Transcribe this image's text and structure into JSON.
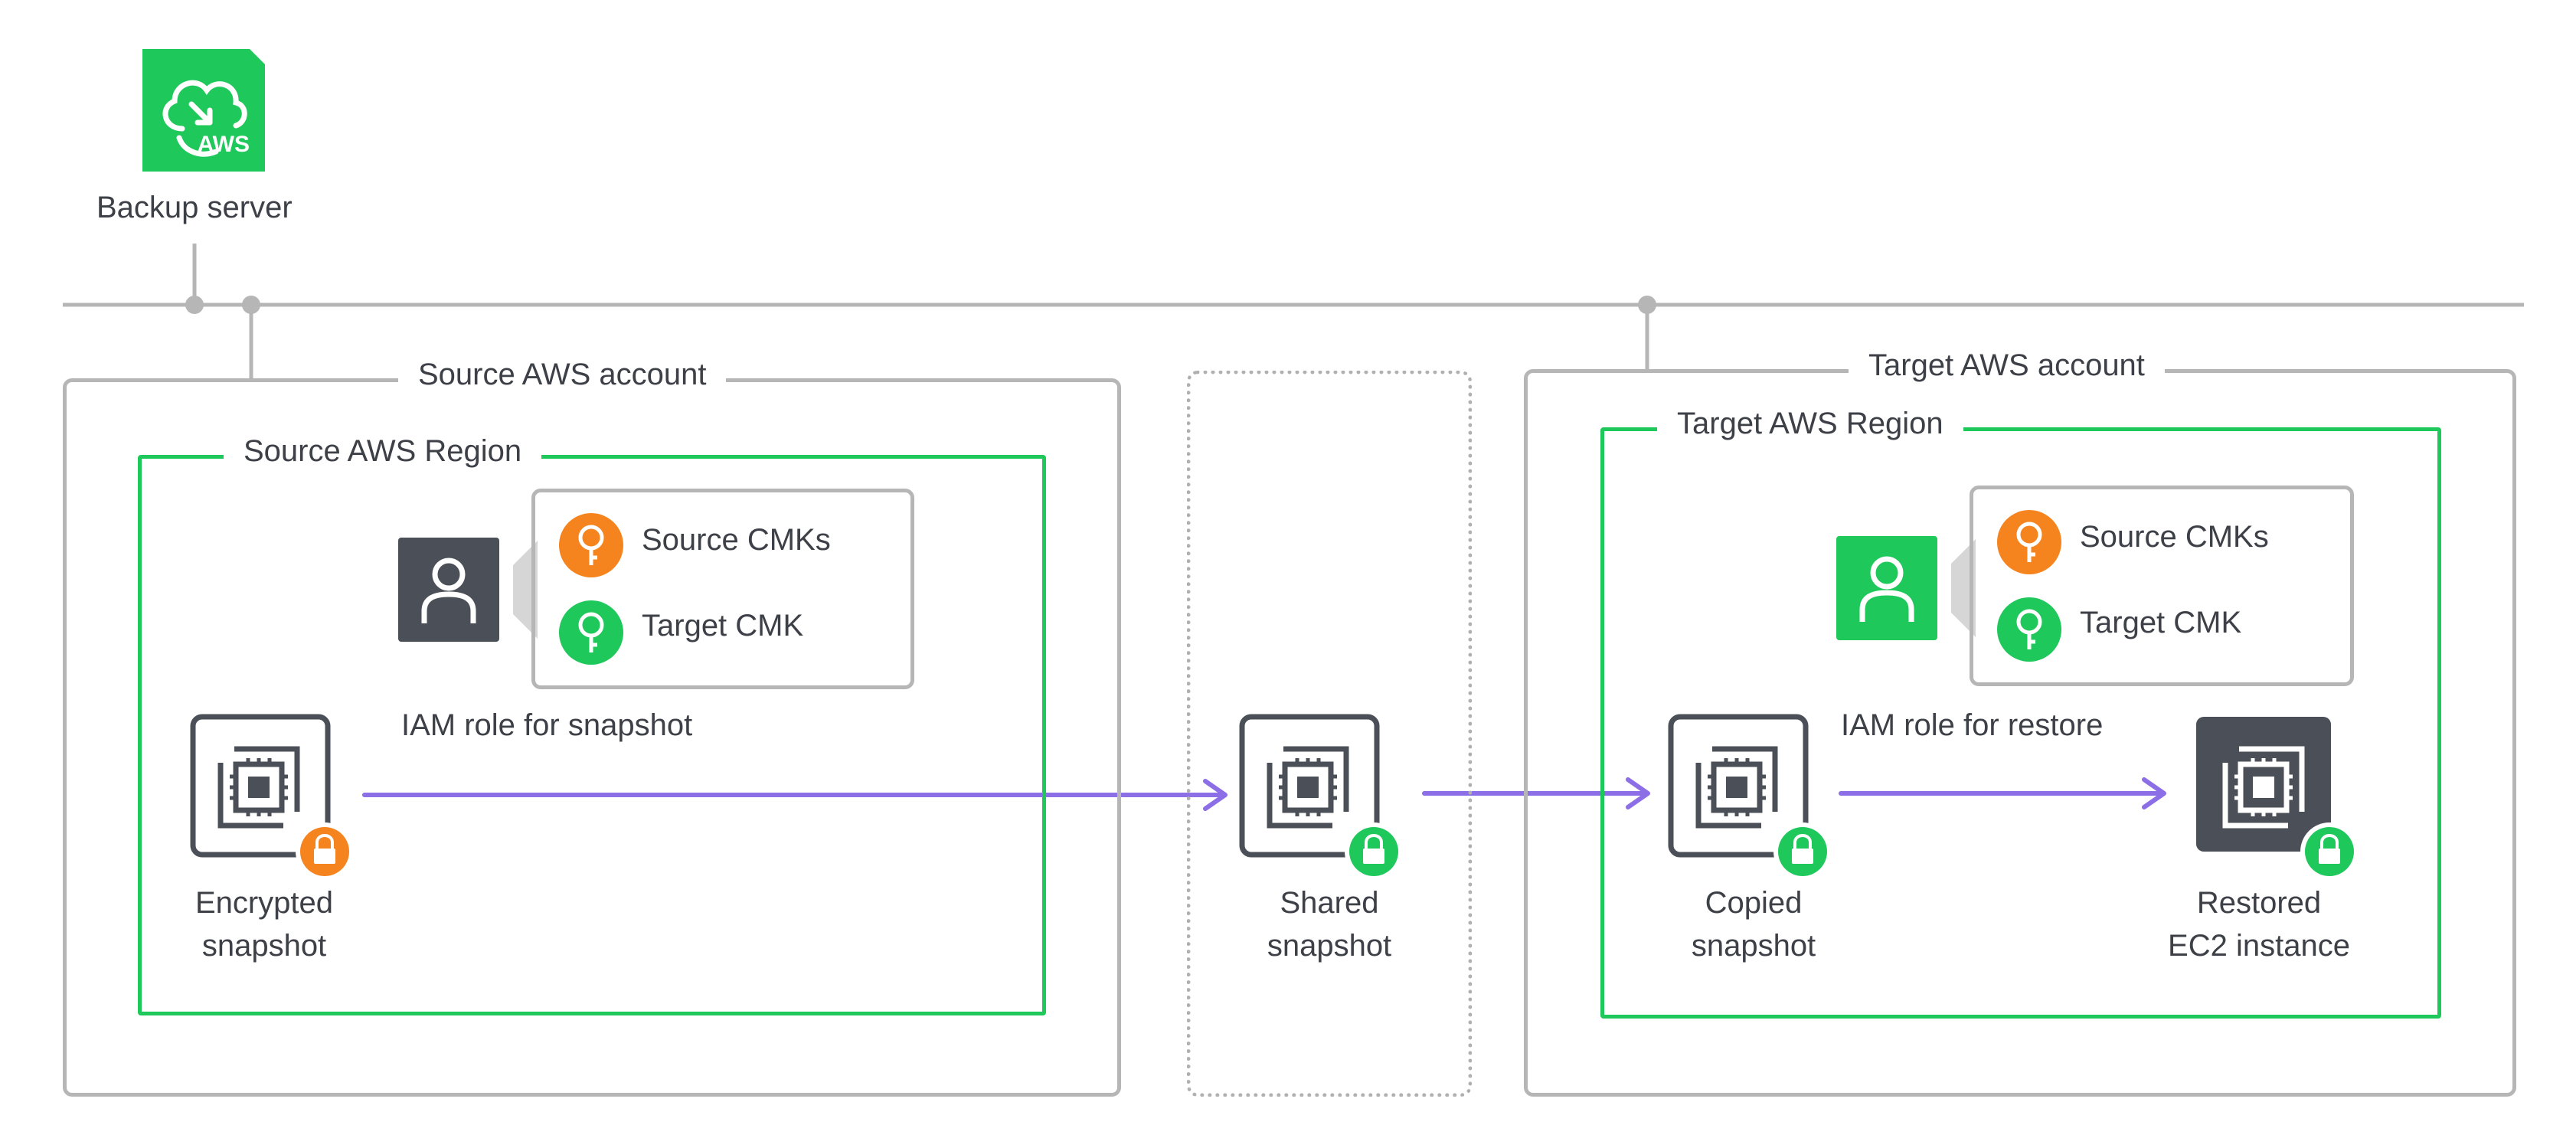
{
  "backup_server": {
    "label": "Backup server",
    "icon": "aws-backup-icon",
    "icon_text": "AWS"
  },
  "source_account": {
    "title": "Source AWS account",
    "region": {
      "title": "Source AWS Region",
      "iam_role": {
        "label": "IAM role for snapshot",
        "icon": "iam-role-icon"
      },
      "keys": [
        {
          "label": "Source CMKs",
          "icon": "key-icon",
          "color": "#f5841f"
        },
        {
          "label": "Target CMK",
          "icon": "key-icon",
          "color": "#1ec85a"
        }
      ],
      "snapshot": {
        "label_line1": "Encrypted",
        "label_line2": "snapshot",
        "lock_color": "#f5841f"
      }
    }
  },
  "shared": {
    "label_line1": "Shared",
    "label_line2": "snapshot",
    "lock_color": "#1ec85a"
  },
  "target_account": {
    "title": "Target AWS account",
    "region": {
      "title": "Target AWS Region",
      "iam_role": {
        "label": "IAM role for restore",
        "icon": "iam-role-icon"
      },
      "keys": [
        {
          "label": "Source CMKs",
          "icon": "key-icon",
          "color": "#f5841f"
        },
        {
          "label": "Target CMK",
          "icon": "key-icon",
          "color": "#1ec85a"
        }
      ],
      "copied": {
        "label_line1": "Copied",
        "label_line2": "snapshot",
        "lock_color": "#1ec85a"
      },
      "restored": {
        "label_line1": "Restored",
        "label_line2": "EC2 instance",
        "lock_color": "#1ec85a"
      }
    }
  },
  "colors": {
    "aws_green": "#1ec85a",
    "orange": "#f5841f",
    "dark_icon": "#4b4f57",
    "arrow": "#8c6ee6",
    "line_gray": "#b6b6b6"
  }
}
